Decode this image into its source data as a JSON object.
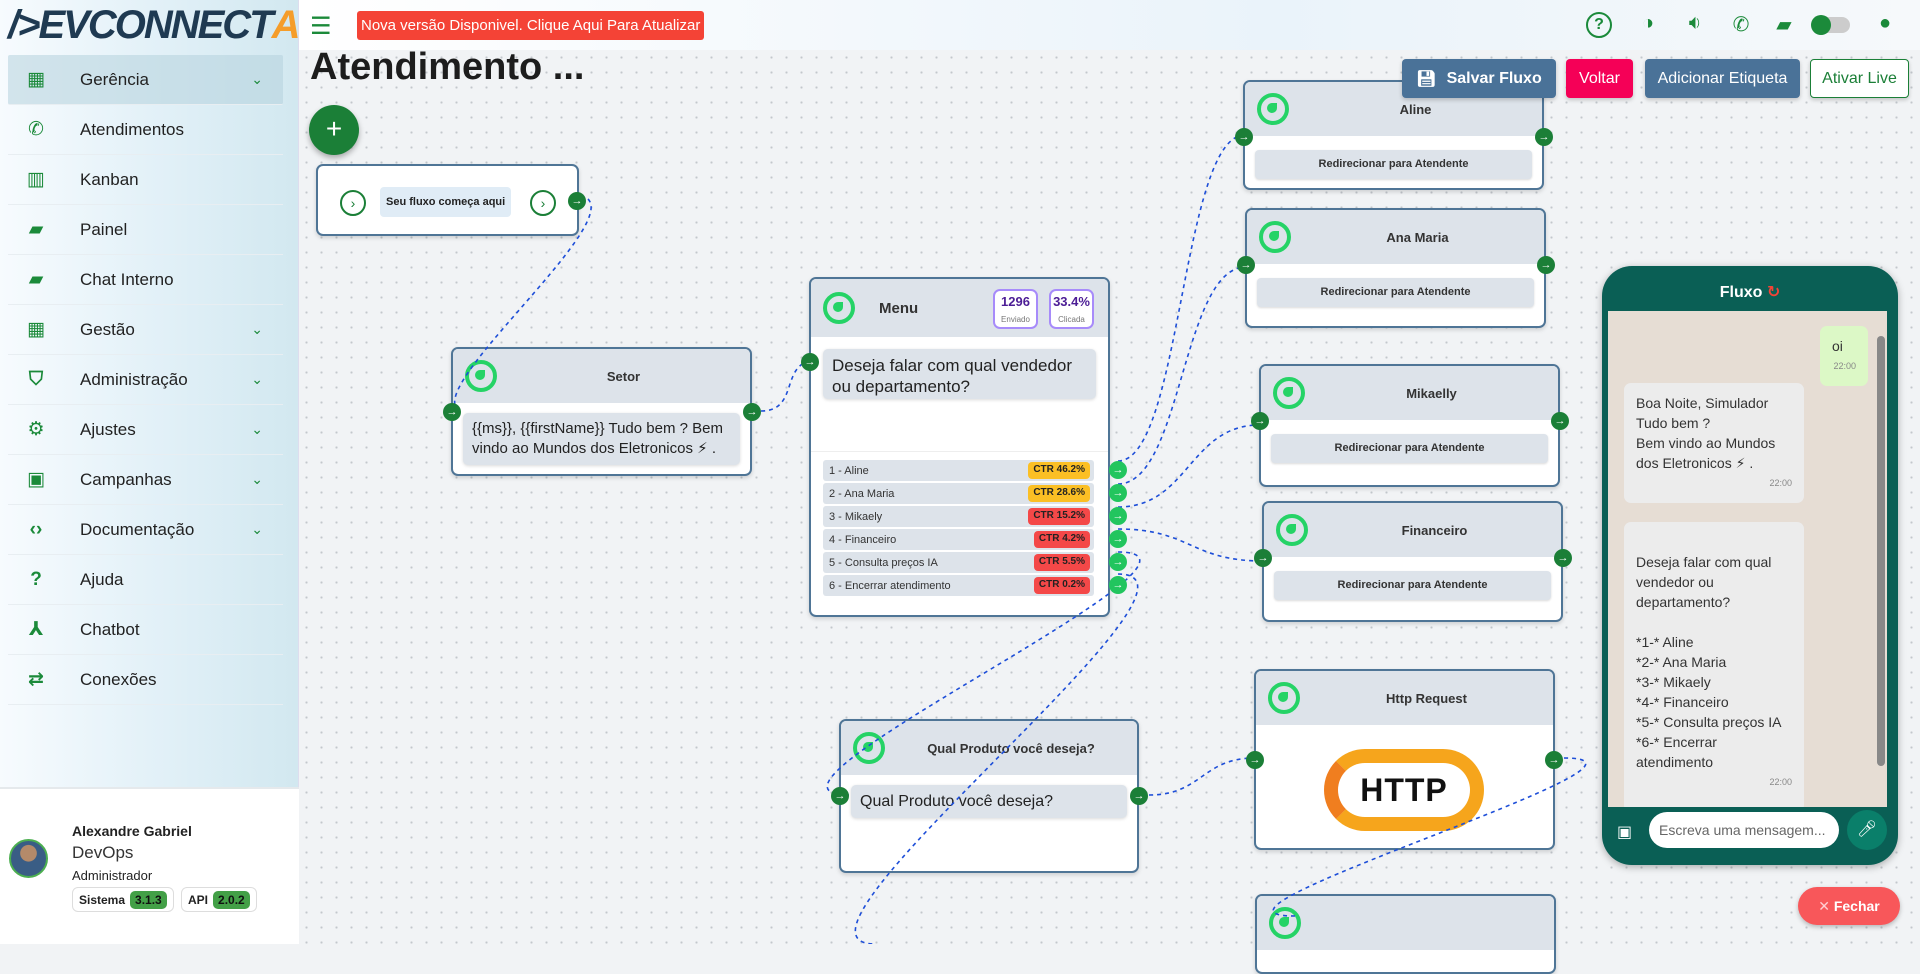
{
  "logo": {
    "text": "/>EVCONNECT",
    "ai": "Ai"
  },
  "topbar": {
    "update_banner": "Nova versão Disponivel. Clique Aqui Para Atualizar"
  },
  "sidebar": {
    "items": [
      {
        "label": "Gerência",
        "icon": "dashboard-icon",
        "chevron": true,
        "active": true
      },
      {
        "label": "Atendimentos",
        "icon": "whatsapp-icon"
      },
      {
        "label": "Kanban",
        "icon": "kanban-icon"
      },
      {
        "label": "Painel",
        "icon": "chat-icon"
      },
      {
        "label": "Chat Interno",
        "icon": "chat-icon"
      },
      {
        "label": "Gestão",
        "icon": "building-icon",
        "chevron": true
      },
      {
        "label": "Administração",
        "icon": "shield-icon",
        "chevron": true
      },
      {
        "label": "Ajustes",
        "icon": "gear-icon",
        "chevron": true
      },
      {
        "label": "Campanhas",
        "icon": "calendar-icon",
        "chevron": true
      },
      {
        "label": "Documentação",
        "icon": "code-icon",
        "chevron": true
      },
      {
        "label": "Ajuda",
        "icon": "help-icon"
      },
      {
        "label": "Chatbot",
        "icon": "hub-icon"
      },
      {
        "label": "Conexões",
        "icon": "swap-icon"
      }
    ]
  },
  "user": {
    "name": "Alexandre Gabriel",
    "team": "DevOps",
    "role": "Administrador",
    "system_label": "Sistema",
    "system_version": "3.1.3",
    "api_label": "API",
    "api_version": "2.0.2"
  },
  "page": {
    "title": "Atendimento ..."
  },
  "toolbar": {
    "save": "Salvar Fluxo",
    "back": "Voltar",
    "add_tag": "Adicionar Etiqueta",
    "live": "Ativar Live"
  },
  "colors": {
    "primary": "#1b7f37",
    "save": "#4a7298",
    "back": "#f50057",
    "edge": "#1d4ed8"
  },
  "nodes": {
    "start": {
      "label": "Seu fluxo começa aqui"
    },
    "setor": {
      "title": "Setor",
      "message": "{{ms}}, {{firstName}} Tudo bem ? Bem vindo ao Mundos dos Eletronicos ⚡ ."
    },
    "menu": {
      "title": "Menu",
      "sent": "1296",
      "sent_label": "Enviado",
      "clicked": "33.4%",
      "clicked_label": "Clicada",
      "message": "Deseja falar com qual vendedor ou departamento?",
      "options": [
        {
          "label": "1 - Aline",
          "ctr": "CTR 46.2%",
          "level": "warn"
        },
        {
          "label": "2 - Ana Maria",
          "ctr": "CTR 28.6%",
          "level": "warn"
        },
        {
          "label": "3 - Mikaely",
          "ctr": "CTR 15.2%",
          "level": "bad"
        },
        {
          "label": "4 - Financeiro",
          "ctr": "CTR 4.2%",
          "level": "bad"
        },
        {
          "label": "5 - Consulta preços IA",
          "ctr": "CTR 5.5%",
          "level": "bad"
        },
        {
          "label": "6 - Encerrar atendimento",
          "ctr": "CTR 0.2%",
          "level": "bad"
        }
      ]
    },
    "agents": [
      {
        "title": "Aline",
        "action": "Redirecionar para Atendente"
      },
      {
        "title": "Ana Maria",
        "action": "Redirecionar para Atendente"
      },
      {
        "title": "Mikaelly",
        "action": "Redirecionar para Atendente"
      },
      {
        "title": "Financeiro",
        "action": "Redirecionar para Atendente"
      }
    ],
    "produto": {
      "title": "Qual Produto você deseja?",
      "message": "Qual Produto você deseja?"
    },
    "http": {
      "title": "Http Request",
      "image_text": "HTTP"
    }
  },
  "simulator": {
    "title": "Fluxo",
    "messages": [
      {
        "from": "me",
        "text": "oi",
        "time": "22:00"
      },
      {
        "from": "bot",
        "text": "Boa Noite, Simulador\nTudo bem ?\nBem vindo ao Mundos dos Eletronicos ⚡ .",
        "time": "22:00"
      },
      {
        "from": "bot",
        "text": "\nDeseja falar com qual vendedor ou departamento?\n\n*1-* Aline\n*2-* Ana Maria\n*3-* Mikaely\n*4-* Financeiro\n*5-* Consulta preços IA\n*6-* Encerrar atendimento",
        "time": "22:00"
      }
    ],
    "input_placeholder": "Escreva uma mensagem...",
    "close": "Fechar"
  }
}
